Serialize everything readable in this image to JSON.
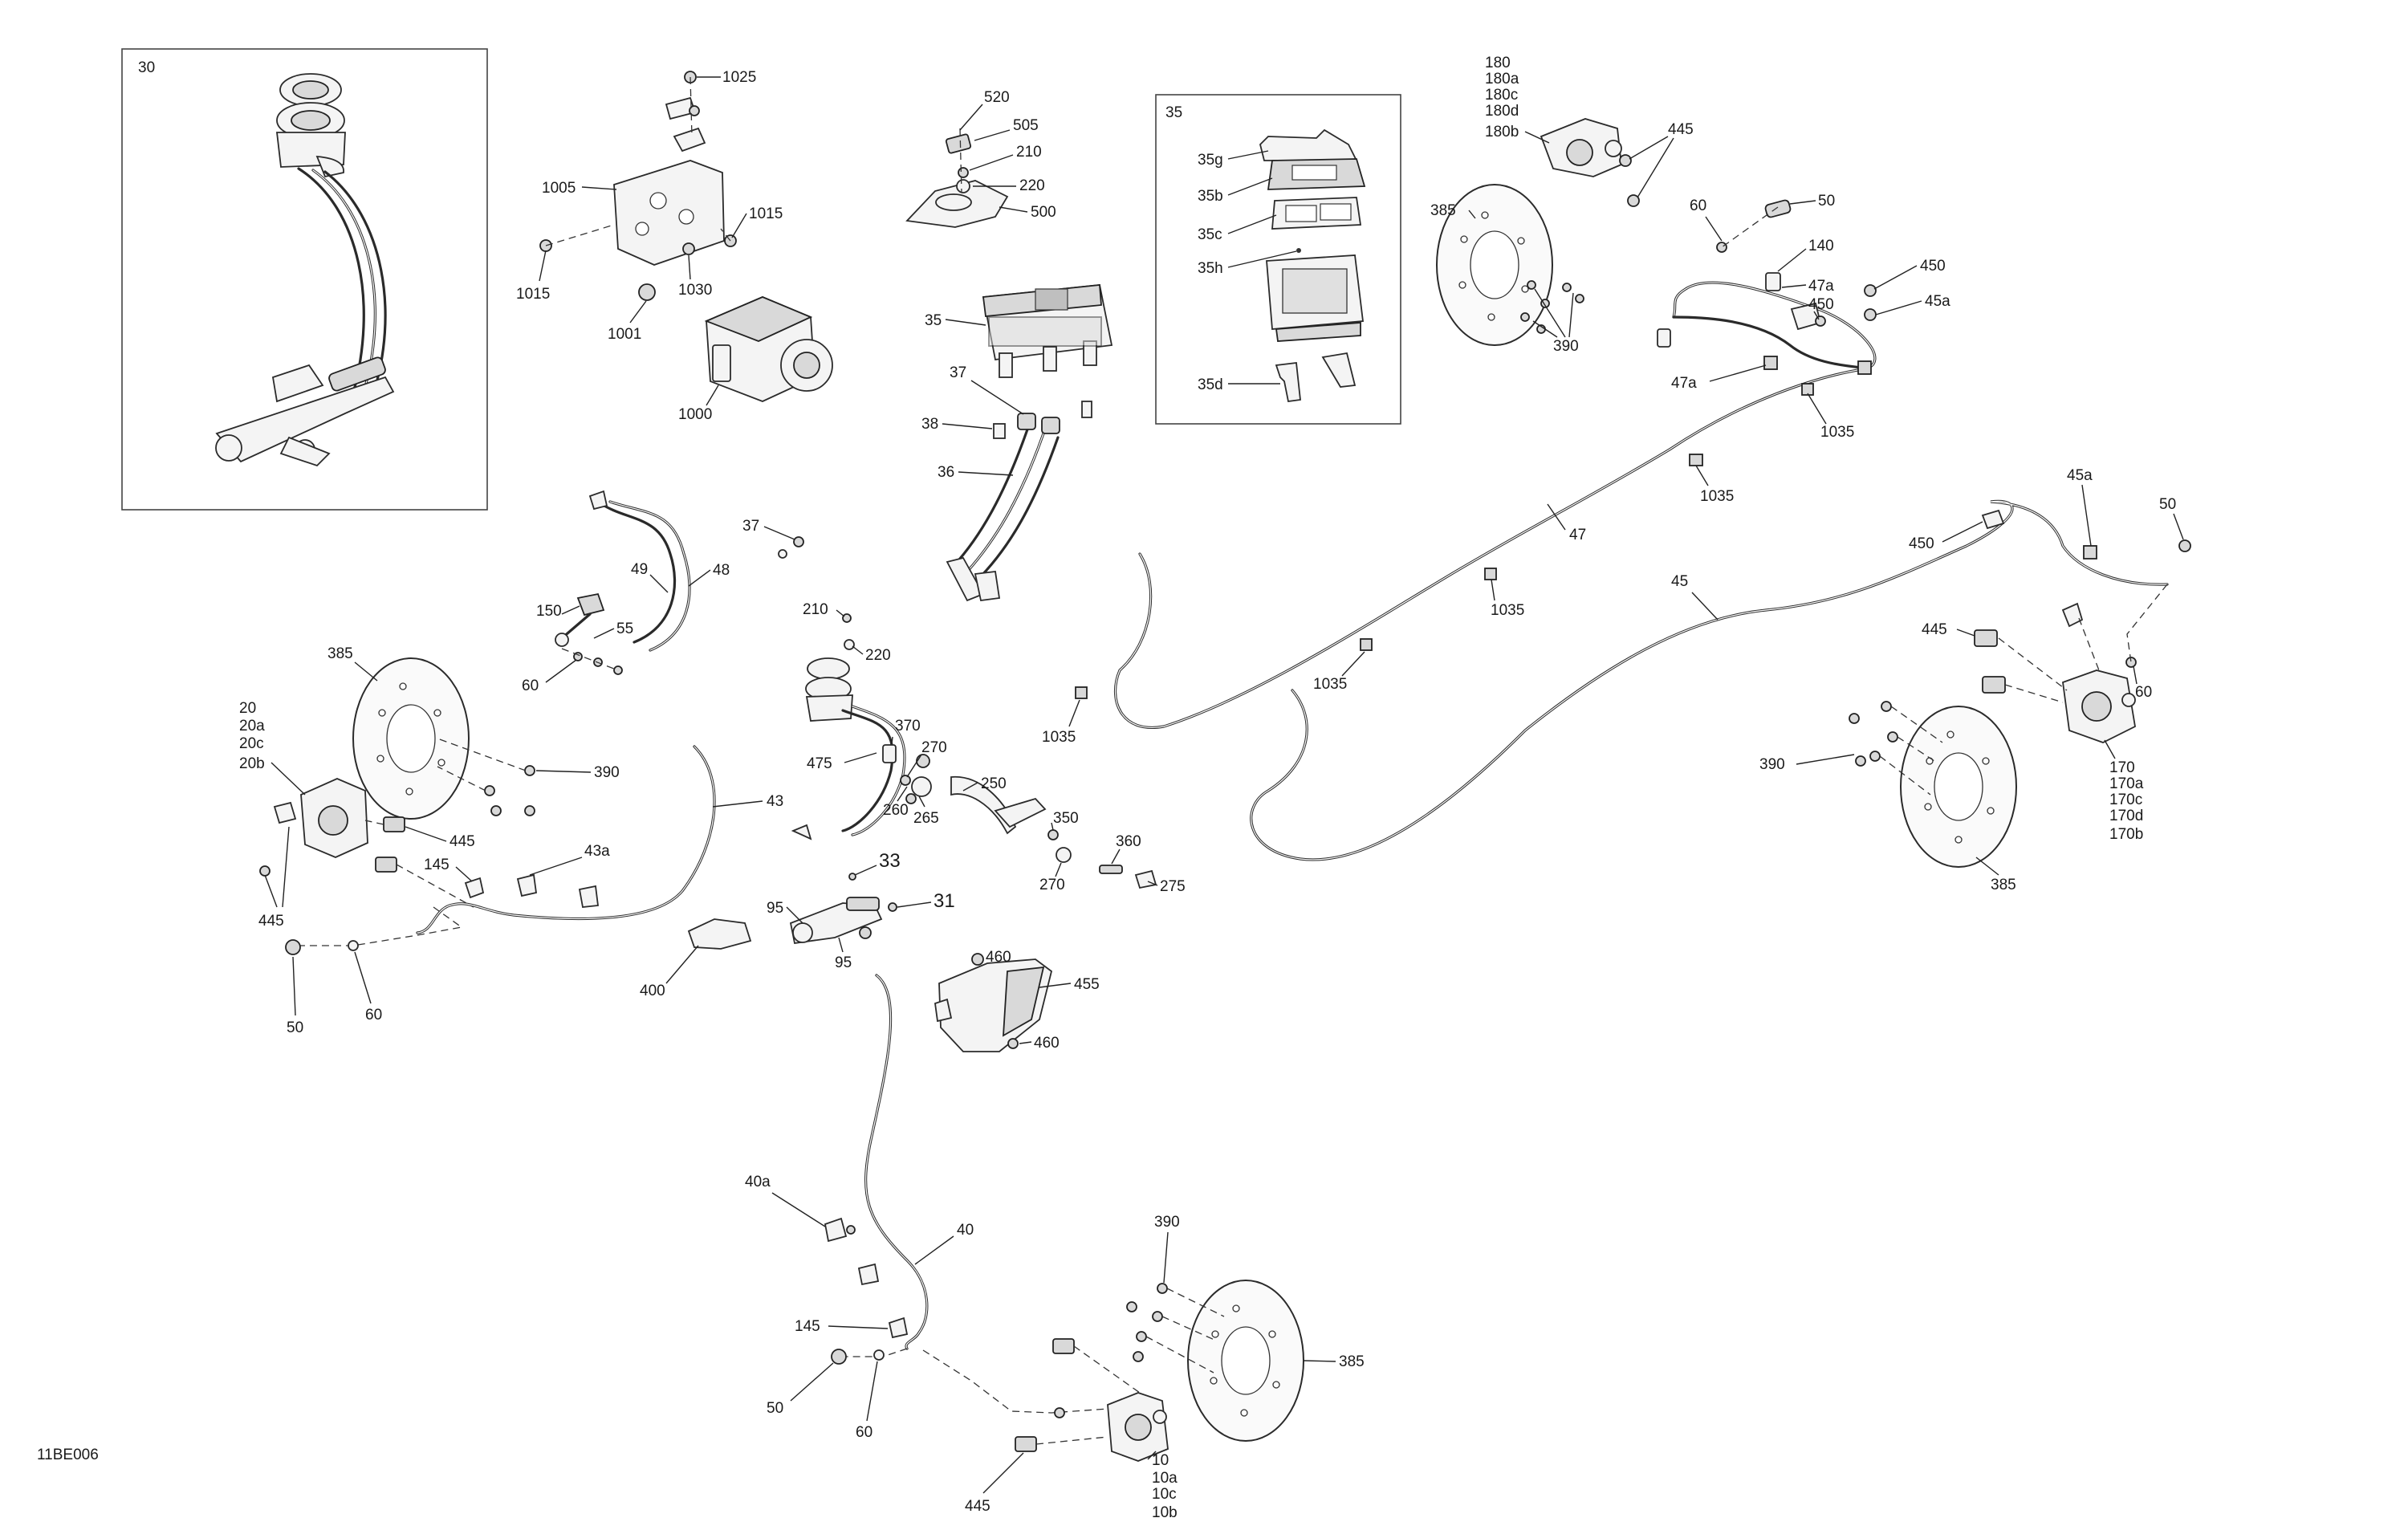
{
  "drawing_code": "11BE006",
  "labels": {
    "l30": "30",
    "l1025": "1025",
    "l1005": "1005",
    "l1015a": "1015",
    "l1015b": "1015",
    "l1030": "1030",
    "l1001": "1001",
    "l1000": "1000",
    "l520": "520",
    "l505": "505",
    "l210a": "210",
    "l220a": "220",
    "l500": "500",
    "l35box": "35",
    "l35g": "35g",
    "l35b": "35b",
    "l35c": "35c",
    "l35h": "35h",
    "l35d": "35d",
    "l35": "35",
    "l37a": "37",
    "l38": "38",
    "l36": "36",
    "l180": "180",
    "l180a": "180a",
    "l180c": "180c",
    "l180d": "180d",
    "l180b": "180b",
    "l445a": "445",
    "l385a": "385",
    "l390a": "390",
    "l60a": "60",
    "l50a": "50",
    "l140": "140",
    "l47a1": "47a",
    "l450a": "450",
    "l450b": "450",
    "l45a1": "45a",
    "l47a2": "47a",
    "l1035a": "1035",
    "l1035b": "1035",
    "l47": "47",
    "l45a2": "45a",
    "l50b": "50",
    "l450c": "450",
    "l45": "45",
    "l1035c": "1035",
    "l1035d": "1035",
    "l1035e": "1035",
    "l445b": "445",
    "l60b": "60",
    "l170": "170",
    "l170a": "170a",
    "l170c": "170c",
    "l170d": "170d",
    "l170b": "170b",
    "l390b": "390",
    "l385b": "385",
    "l49": "49",
    "l48": "48",
    "l150": "150",
    "l55": "55",
    "l60c": "60",
    "l37b": "37",
    "l385c": "385",
    "l20": "20",
    "l20a": "20a",
    "l20c": "20c",
    "l20b": "20b",
    "l390c": "390",
    "l445c": "445",
    "l445d": "445",
    "l145a": "145",
    "l43a": "43a",
    "l43": "43",
    "l50c": "50",
    "l60d": "60",
    "l210b": "210",
    "l220b": "220",
    "l370": "370",
    "l270a": "270",
    "l475": "475",
    "l260": "260",
    "l265": "265",
    "l250": "250",
    "l350": "350",
    "l360": "360",
    "l270b": "270",
    "l275": "275",
    "l33": "33",
    "l31": "31",
    "l95a": "95",
    "l95b": "95",
    "l400": "400",
    "l460a": "460",
    "l455": "455",
    "l460b": "460",
    "l40a": "40a",
    "l40": "40",
    "l145b": "145",
    "l50d": "50",
    "l60e": "60",
    "l445e": "445",
    "l390d": "390",
    "l385d": "385",
    "l10": "10",
    "l10a": "10a",
    "l10c": "10c",
    "l10b": "10b"
  }
}
